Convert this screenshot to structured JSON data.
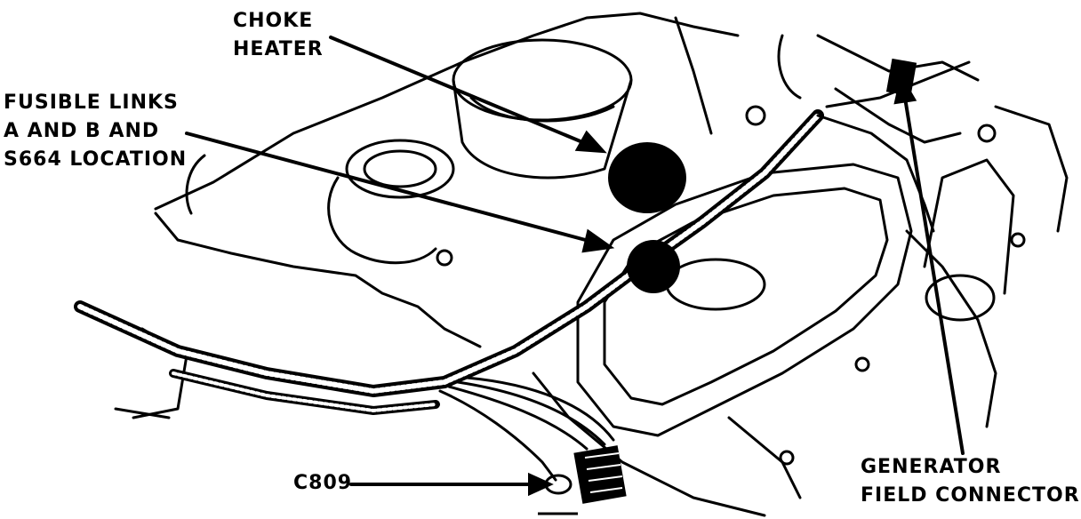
{
  "callouts": {
    "choke_heater": [
      "CHOKE",
      "HEATER"
    ],
    "fusible_links": [
      "FUSIBLE LINKS",
      "A AND B AND",
      "S664 LOCATION"
    ],
    "c809": "C809",
    "generator_field": [
      "GENERATOR",
      "FIELD CONNECTOR"
    ]
  },
  "colors": {
    "ink": "#000000",
    "paper": "#ffffff"
  }
}
